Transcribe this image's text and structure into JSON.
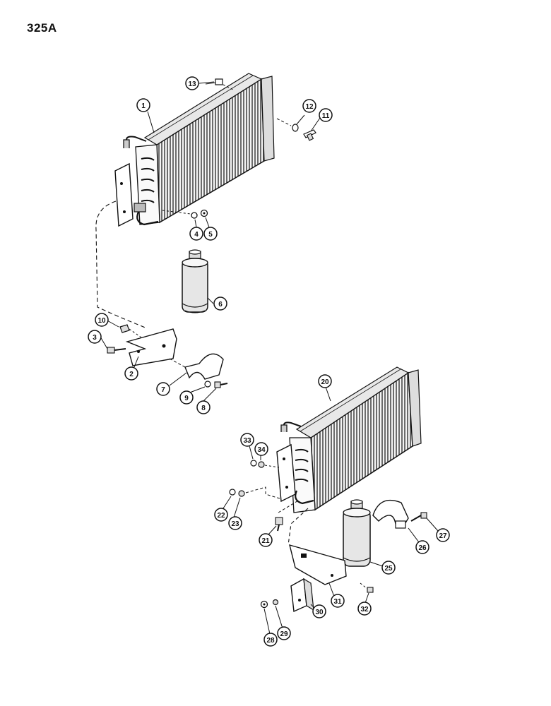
{
  "page": {
    "number": "325A"
  },
  "callouts": [
    {
      "id": "c1",
      "label": "1"
    },
    {
      "id": "c2",
      "label": "2"
    },
    {
      "id": "c3",
      "label": "3"
    },
    {
      "id": "c4",
      "label": "4"
    },
    {
      "id": "c5",
      "label": "5"
    },
    {
      "id": "c6",
      "label": "6"
    },
    {
      "id": "c7",
      "label": "7"
    },
    {
      "id": "c8",
      "label": "8"
    },
    {
      "id": "c9",
      "label": "9"
    },
    {
      "id": "c10",
      "label": "10"
    },
    {
      "id": "c11",
      "label": "11"
    },
    {
      "id": "c12",
      "label": "12"
    },
    {
      "id": "c13",
      "label": "13"
    },
    {
      "id": "c20",
      "label": "20"
    },
    {
      "id": "c21",
      "label": "21"
    },
    {
      "id": "c22",
      "label": "22"
    },
    {
      "id": "c23",
      "label": "23"
    },
    {
      "id": "c25",
      "label": "25"
    },
    {
      "id": "c26",
      "label": "26"
    },
    {
      "id": "c27",
      "label": "27"
    },
    {
      "id": "c28",
      "label": "28"
    },
    {
      "id": "c29",
      "label": "29"
    },
    {
      "id": "c30",
      "label": "30"
    },
    {
      "id": "c31",
      "label": "31"
    },
    {
      "id": "c32",
      "label": "32"
    },
    {
      "id": "c33",
      "label": "33"
    },
    {
      "id": "c34",
      "label": "34"
    }
  ]
}
